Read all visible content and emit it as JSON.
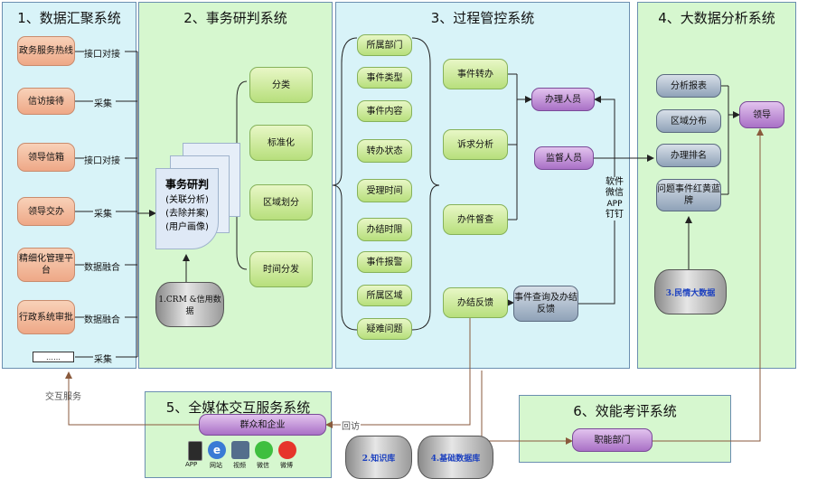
{
  "panels": {
    "p1": {
      "title": "1、数据汇聚系统"
    },
    "p2": {
      "title": "2、事务研判系统"
    },
    "p3": {
      "title": "3、过程管控系统"
    },
    "p4": {
      "title": "4、大数据分析系统"
    },
    "p5": {
      "title": "5、全媒体交互服务系统"
    },
    "p6": {
      "title": "6、效能考评系统"
    }
  },
  "sources": [
    {
      "label": "政务服务热线",
      "conn": "接口对接"
    },
    {
      "label": "信访接待",
      "conn": "采集"
    },
    {
      "label": "领导信箱",
      "conn": "接口对接"
    },
    {
      "label": "领导交办",
      "conn": "采集"
    },
    {
      "label": "精细化管理平台",
      "conn": "数据融合"
    },
    {
      "label": "行政系统审批",
      "conn": "数据融合"
    },
    {
      "label": "……",
      "conn": "采集"
    }
  ],
  "research": {
    "doc_title": "事务研判",
    "doc_lines": [
      "(关联分析)",
      "(去除并案)",
      "(用户画像)"
    ],
    "crm": "1.CRM &信用数据",
    "outputs": [
      "分类",
      "标准化",
      "区域划分",
      "时间分发"
    ]
  },
  "process": {
    "attributes": [
      "所属部门",
      "事件类型",
      "事件内容",
      "转办状态",
      "受理时间",
      "办结时限",
      "事件报警",
      "所属区域",
      "疑难问题"
    ],
    "actions": [
      "事件转办",
      "诉求分析",
      "办件督查",
      "办结反馈"
    ],
    "handler": "办理人员",
    "supervisor": "监督人员",
    "feedback": "事件查询及办结反馈",
    "channels": [
      "软件",
      "微信",
      "APP",
      "钉钉"
    ]
  },
  "analysis": {
    "items": [
      "分析报表",
      "区域分布",
      "办理排名",
      "问题事件红黄蓝牌"
    ],
    "leader": "领导",
    "db": "3.民情大数据"
  },
  "media": {
    "node": "群众和企业",
    "icons": [
      {
        "name": "app-icon",
        "label": "APP"
      },
      {
        "name": "website-icon",
        "label": "网站"
      },
      {
        "name": "video-icon",
        "label": "视频"
      },
      {
        "name": "wechat-icon",
        "label": "微信"
      },
      {
        "name": "weibo-icon",
        "label": "微博"
      }
    ]
  },
  "db": {
    "kb": "2.知识库",
    "base": "4.基础数据库"
  },
  "eval": {
    "node": "职能部门"
  },
  "edges": {
    "interact": "交互服务",
    "visit": "回访"
  }
}
